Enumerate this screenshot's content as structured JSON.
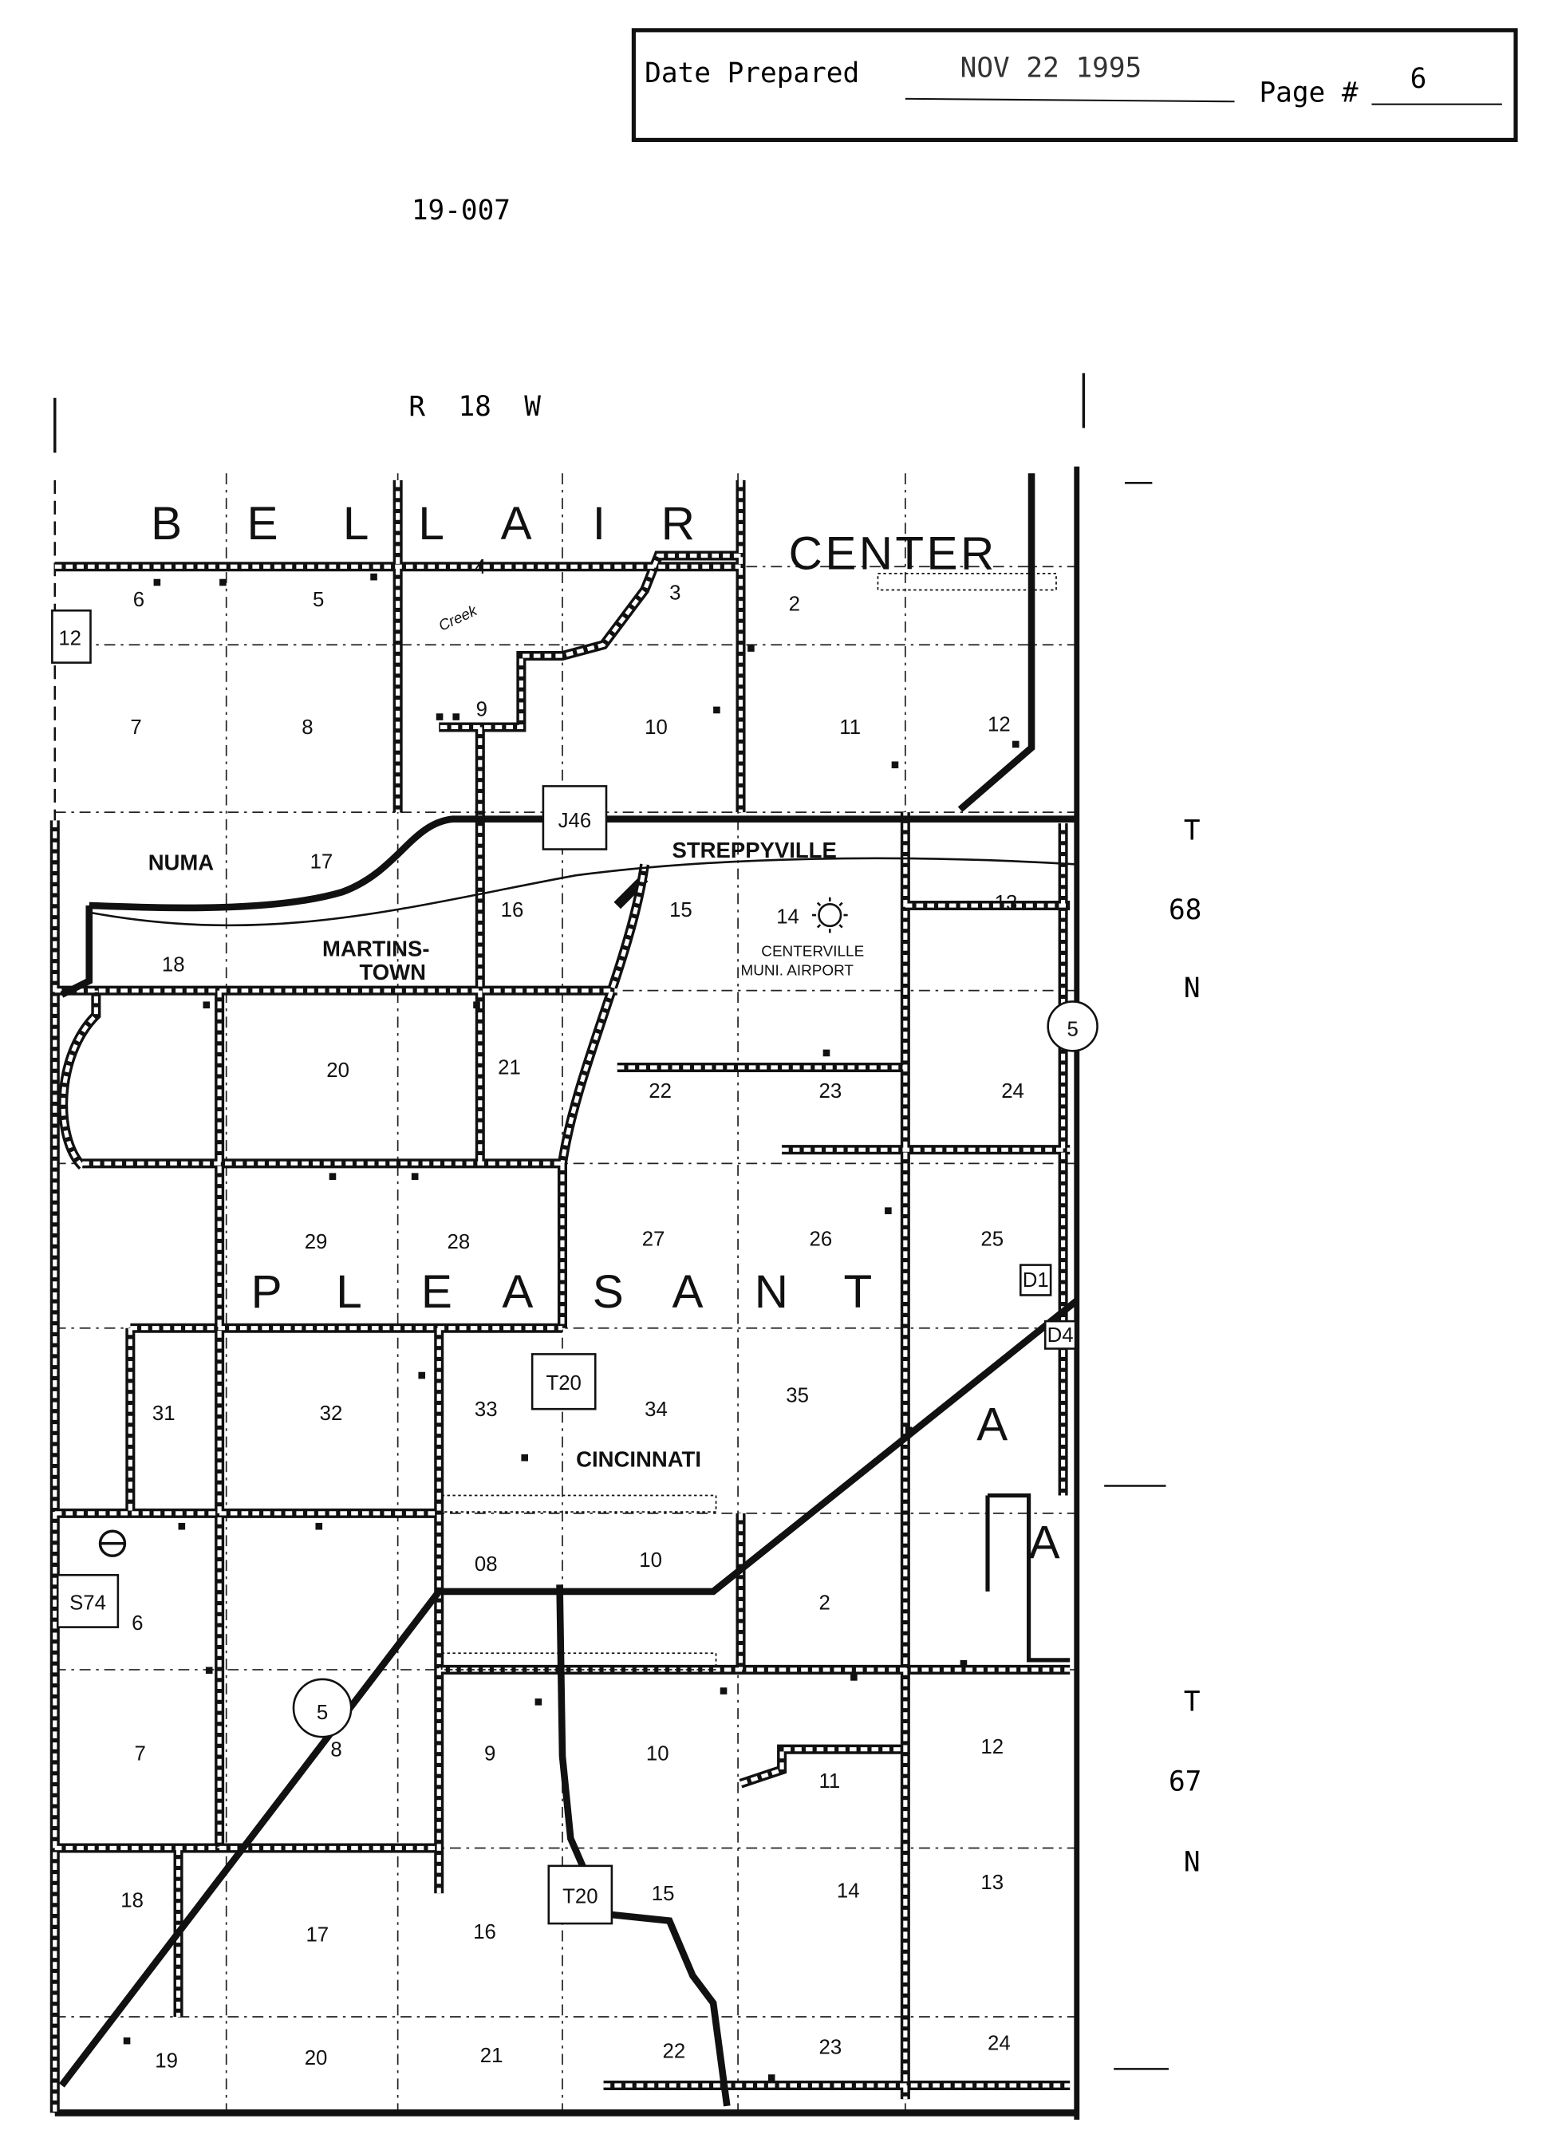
{
  "header": {
    "date_label": "Date Prepared",
    "date_value": "NOV 22 1995",
    "page_label": "Page #",
    "page_value": "6"
  },
  "doc_number": "19-007",
  "range_label": "R  18  W",
  "townships": {
    "north": [
      "T",
      "68",
      "N"
    ],
    "south": [
      "T",
      "67",
      "N"
    ]
  },
  "township_names": {
    "bellair": [
      "B",
      "E",
      "L",
      "L",
      "A",
      "I",
      "R"
    ],
    "center": "CENTER",
    "pleasant": [
      "P",
      "L",
      "E",
      "A",
      "S",
      "A",
      "N",
      "T"
    ]
  },
  "places": {
    "numa": "NUMA",
    "martinstown_1": "MARTINS-",
    "martinstown_2": "TOWN",
    "streppyville": "STREPPYVILLE",
    "airport_1": "CENTERVILLE",
    "airport_2": "MUNI. AIRPORT",
    "cincinnati": "CINCINNATI",
    "creek": "Creek"
  },
  "shields": {
    "j46": "J46",
    "t20_north": "T20",
    "t20_south": "T20",
    "s74": "S74",
    "r12": "12",
    "hwy5_east": "5",
    "hwy5_south": "5",
    "d1": "D1",
    "d4": "D4"
  },
  "area_markers": [
    "A",
    "A"
  ],
  "sections_t68": [
    "6",
    "5",
    "4",
    "3",
    "2",
    "7",
    "8",
    "9",
    "10",
    "11",
    "12",
    "18",
    "17",
    "16",
    "15",
    "14",
    "13",
    "20",
    "21",
    "22",
    "23",
    "24",
    "29",
    "28",
    "27",
    "26",
    "25",
    "31",
    "32",
    "33",
    "34",
    "35"
  ],
  "sections_t67": [
    "6",
    "08",
    "10",
    "2",
    "7",
    "8",
    "9",
    "10",
    "11",
    "12",
    "18",
    "17",
    "16",
    "15",
    "14",
    "13",
    "19",
    "20",
    "21",
    "22",
    "23",
    "24"
  ]
}
